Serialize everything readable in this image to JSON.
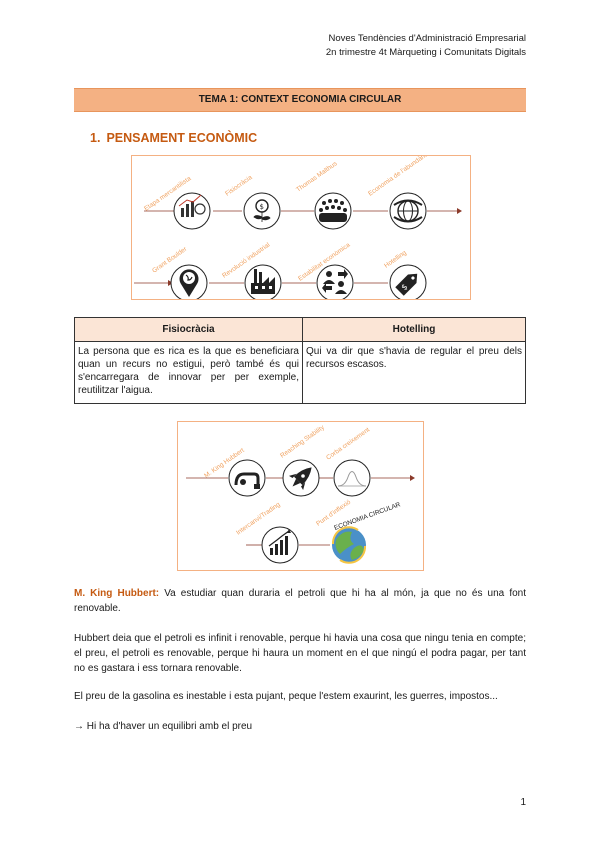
{
  "header": {
    "line1": "Noves Tendències d'Administració Empresarial",
    "line2": "2n trimestre 4t Màrqueting i Comunitats Digitals"
  },
  "banner": "TEMA 1: CONTEXT ECONOMIA CIRCULAR",
  "section": {
    "number": "1.",
    "title": "PENSAMENT ECONÒMIC"
  },
  "diagram1": {
    "row1": [
      {
        "label": "Etapa mercantilista",
        "icon": "money-chart-icon"
      },
      {
        "label": "Fisiocràcia",
        "icon": "plant-coin-icon"
      },
      {
        "label": "Thomas Malthus",
        "icon": "crowd-icon"
      },
      {
        "label": "Economia de l'abundància",
        "icon": "globe-arrows-icon"
      }
    ],
    "row2": [
      {
        "label": "Grant Boulder",
        "icon": "earth-pin-icon"
      },
      {
        "label": "Revolució industrial",
        "icon": "factory-icon"
      },
      {
        "label": "Estabilitat econòmica",
        "icon": "people-exchange-icon"
      },
      {
        "label": "Hotelling",
        "icon": "price-tag-icon"
      }
    ]
  },
  "table": {
    "headers": [
      "Fisiocràcia",
      "Hotelling"
    ],
    "cells": [
      "La persona que es rica es la que es beneficiara quan un recurs no estigui, però també és qui s'encarregara de innovar per per exemple, reutilitzar l'aigua.",
      "Qui va dir que s'havia de regular el preu dels recursos escasos."
    ]
  },
  "diagram2": {
    "row1": [
      {
        "label": "M. King Hubbert",
        "icon": "fuel-pump-icon"
      },
      {
        "label": "Reaching Stability",
        "icon": "rocket-icon"
      },
      {
        "label": "Corba creixement",
        "icon": "bell-curve-icon"
      }
    ],
    "row2": [
      {
        "label": "Intercanvi/Trading",
        "icon": "growth-chart-icon"
      },
      {
        "label": "Punt d'inflexió",
        "icon": "recycle-globe-icon",
        "caption": "ECONOMIA CIRCULAR"
      }
    ]
  },
  "body": {
    "p1_name": "M. King Hubbert:",
    "p1_text": " Va estudiar quan duraria el petroli que hi ha al món, ja que no és una font renovable.",
    "p2": "Hubbert deia que el petroli es infinit i renovable, perque hi havia una cosa que ningu tenia en compte; el preu, el petroli es renovable, perque hi haura un moment en el que ningú el podra pagar, per tant no es gastara i ess tornara renovable.",
    "p3": "El preu de la gasolina es inestable i esta pujant, peque l'estem exaurint, les guerres, impostos...",
    "p4": "→ Hi ha d'haver un equilibri amb el preu"
  },
  "page_number": "1",
  "colors": {
    "accent": "#c55a11",
    "banner": "#f4b183",
    "header_cell": "#fbe5d6"
  }
}
